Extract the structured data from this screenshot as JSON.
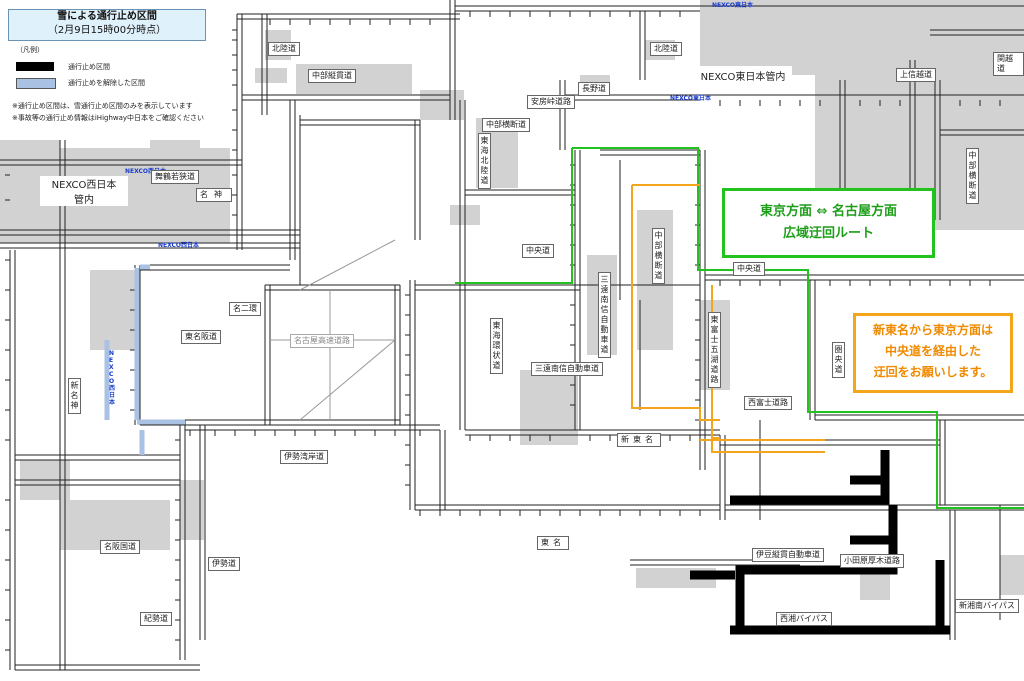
{
  "title": {
    "line1": "雪による通行止め区間",
    "line2": "（2月9日15時00分時点）"
  },
  "legend": {
    "header": "（凡例）",
    "closed_label": "通行止め区間",
    "lifted_label": "通行止めを解除した区間",
    "note1": "※通行止め区間は、雪通行止め区間のみを表示しています",
    "note2": "※事故等の通行止め情報はiHighway中日本をご確認ください",
    "closed_color": "#000000",
    "lifted_color": "#a9c1e3"
  },
  "regions": {
    "west": {
      "line1": "NEXCO西日本",
      "line2": "管内"
    },
    "east": "NEXCO東日本管内"
  },
  "nexco_tags": {
    "east_top": "NEXCO東日本",
    "east_mid": "NEXCO東日本",
    "west_1": "NEXCO西日本",
    "west_2": "NEXCO西日本",
    "west_vertical": "NEXCO西日本"
  },
  "callouts": {
    "green": {
      "line1": "東京方面 ⇔ 名古屋方面",
      "line2": "広域迂回ルート"
    },
    "orange": {
      "line1": "新東名から東京方面は",
      "line2": "中央道を経由した",
      "line3": "迂回をお願いします。"
    },
    "green_color": "#23c21e",
    "orange_color": "#f3a51b"
  },
  "routes": {
    "hokuriku_a": "北陸道",
    "hokuriku_b": "北陸道",
    "joshinetsu": "上信越道",
    "kanetsu": "関越道",
    "chubu_jukan": "中部縦貫道",
    "anbo": "安房峠道路",
    "nagano": "長野道",
    "chubu_odan_n": "中部横断道",
    "tokai_hokuriku": "東海北陸道",
    "chuo_a": "中央道",
    "chuo_b": "中央道",
    "chuo_c": "圏央道",
    "maizuru": "舞鶴若狭道",
    "meishin": "名神",
    "meishin_v": "新名神",
    "meinikan": "名二環",
    "tomei_han": "東名阪道",
    "nagoya_exp": "名古屋高速道路",
    "tokai_kanjo": "東海環状道",
    "sanen_nanshin": "三遠南信自動車道",
    "sanen_nanshin_v": "三遠南信自動車道",
    "chubu_odan": "中部横断道",
    "higashifuji": "東富士五湖道路",
    "shin_tomei": "新東名",
    "tomei": "東名",
    "isewangan": "伊勢湾岸道",
    "meihan": "名阪国道",
    "ise": "伊勢道",
    "kisei": "紀勢道",
    "izu_jukan": "伊豆縦貫自動車道",
    "odawara_atsugi": "小田原厚木道路",
    "seisho": "西湘バイパス",
    "shin_shonan": "新湘南バイパス",
    "nishi_fuji": "西富士道路",
    "ken_o": "圏央道"
  }
}
